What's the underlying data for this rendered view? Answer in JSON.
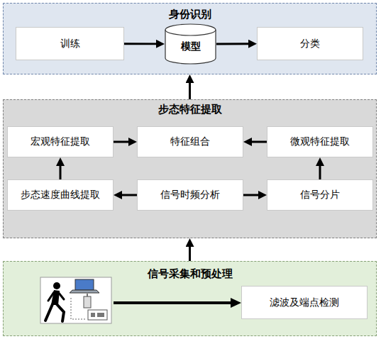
{
  "diagram": {
    "nodes": [
      {
        "text": [
          "身份识别"
        ]
      },
      {
        "text": [
          "训练"
        ],
        "in": 0
      },
      {
        "text": [
          "模型"
        ],
        "in": 0
      },
      {
        "text": [
          "分类"
        ],
        "in": 0
      },
      {
        "text": [
          "步态特征提取"
        ]
      },
      {
        "text": [
          "宏观特征提取"
        ],
        "in": 4
      },
      {
        "text": [
          "特征组合"
        ],
        "in": 4
      },
      {
        "text": [
          "微观特征提取"
        ],
        "in": 4
      },
      {
        "text": [
          "步态速度曲线提取"
        ],
        "in": 4
      },
      {
        "text": [
          "信号时频分析"
        ],
        "in": 4
      },
      {
        "text": [
          "信号分片"
        ],
        "in": 4
      },
      {
        "text": [
          "信号采集和预处理"
        ]
      },
      {
        "text": [
          "滤波及端点检测"
        ],
        "in": 11
      }
    ],
    "edges": [
      {
        "from": 1,
        "to": 2,
        "arrow": "to"
      },
      {
        "from": 2,
        "to": 3,
        "arrow": "to"
      },
      {
        "from": 4,
        "to": 0,
        "arrow": "to"
      },
      {
        "from": 5,
        "to": 6,
        "arrow": "to"
      },
      {
        "from": 7,
        "to": 6,
        "arrow": "to"
      },
      {
        "from": 9,
        "to": 8,
        "arrow": "to"
      },
      {
        "from": 9,
        "to": 10,
        "arrow": "to"
      },
      {
        "from": 8,
        "to": 5,
        "arrow": "to"
      },
      {
        "from": 10,
        "to": 7,
        "arrow": "to"
      },
      {
        "from": 11,
        "to": 4,
        "arrow": "to"
      }
    ]
  }
}
